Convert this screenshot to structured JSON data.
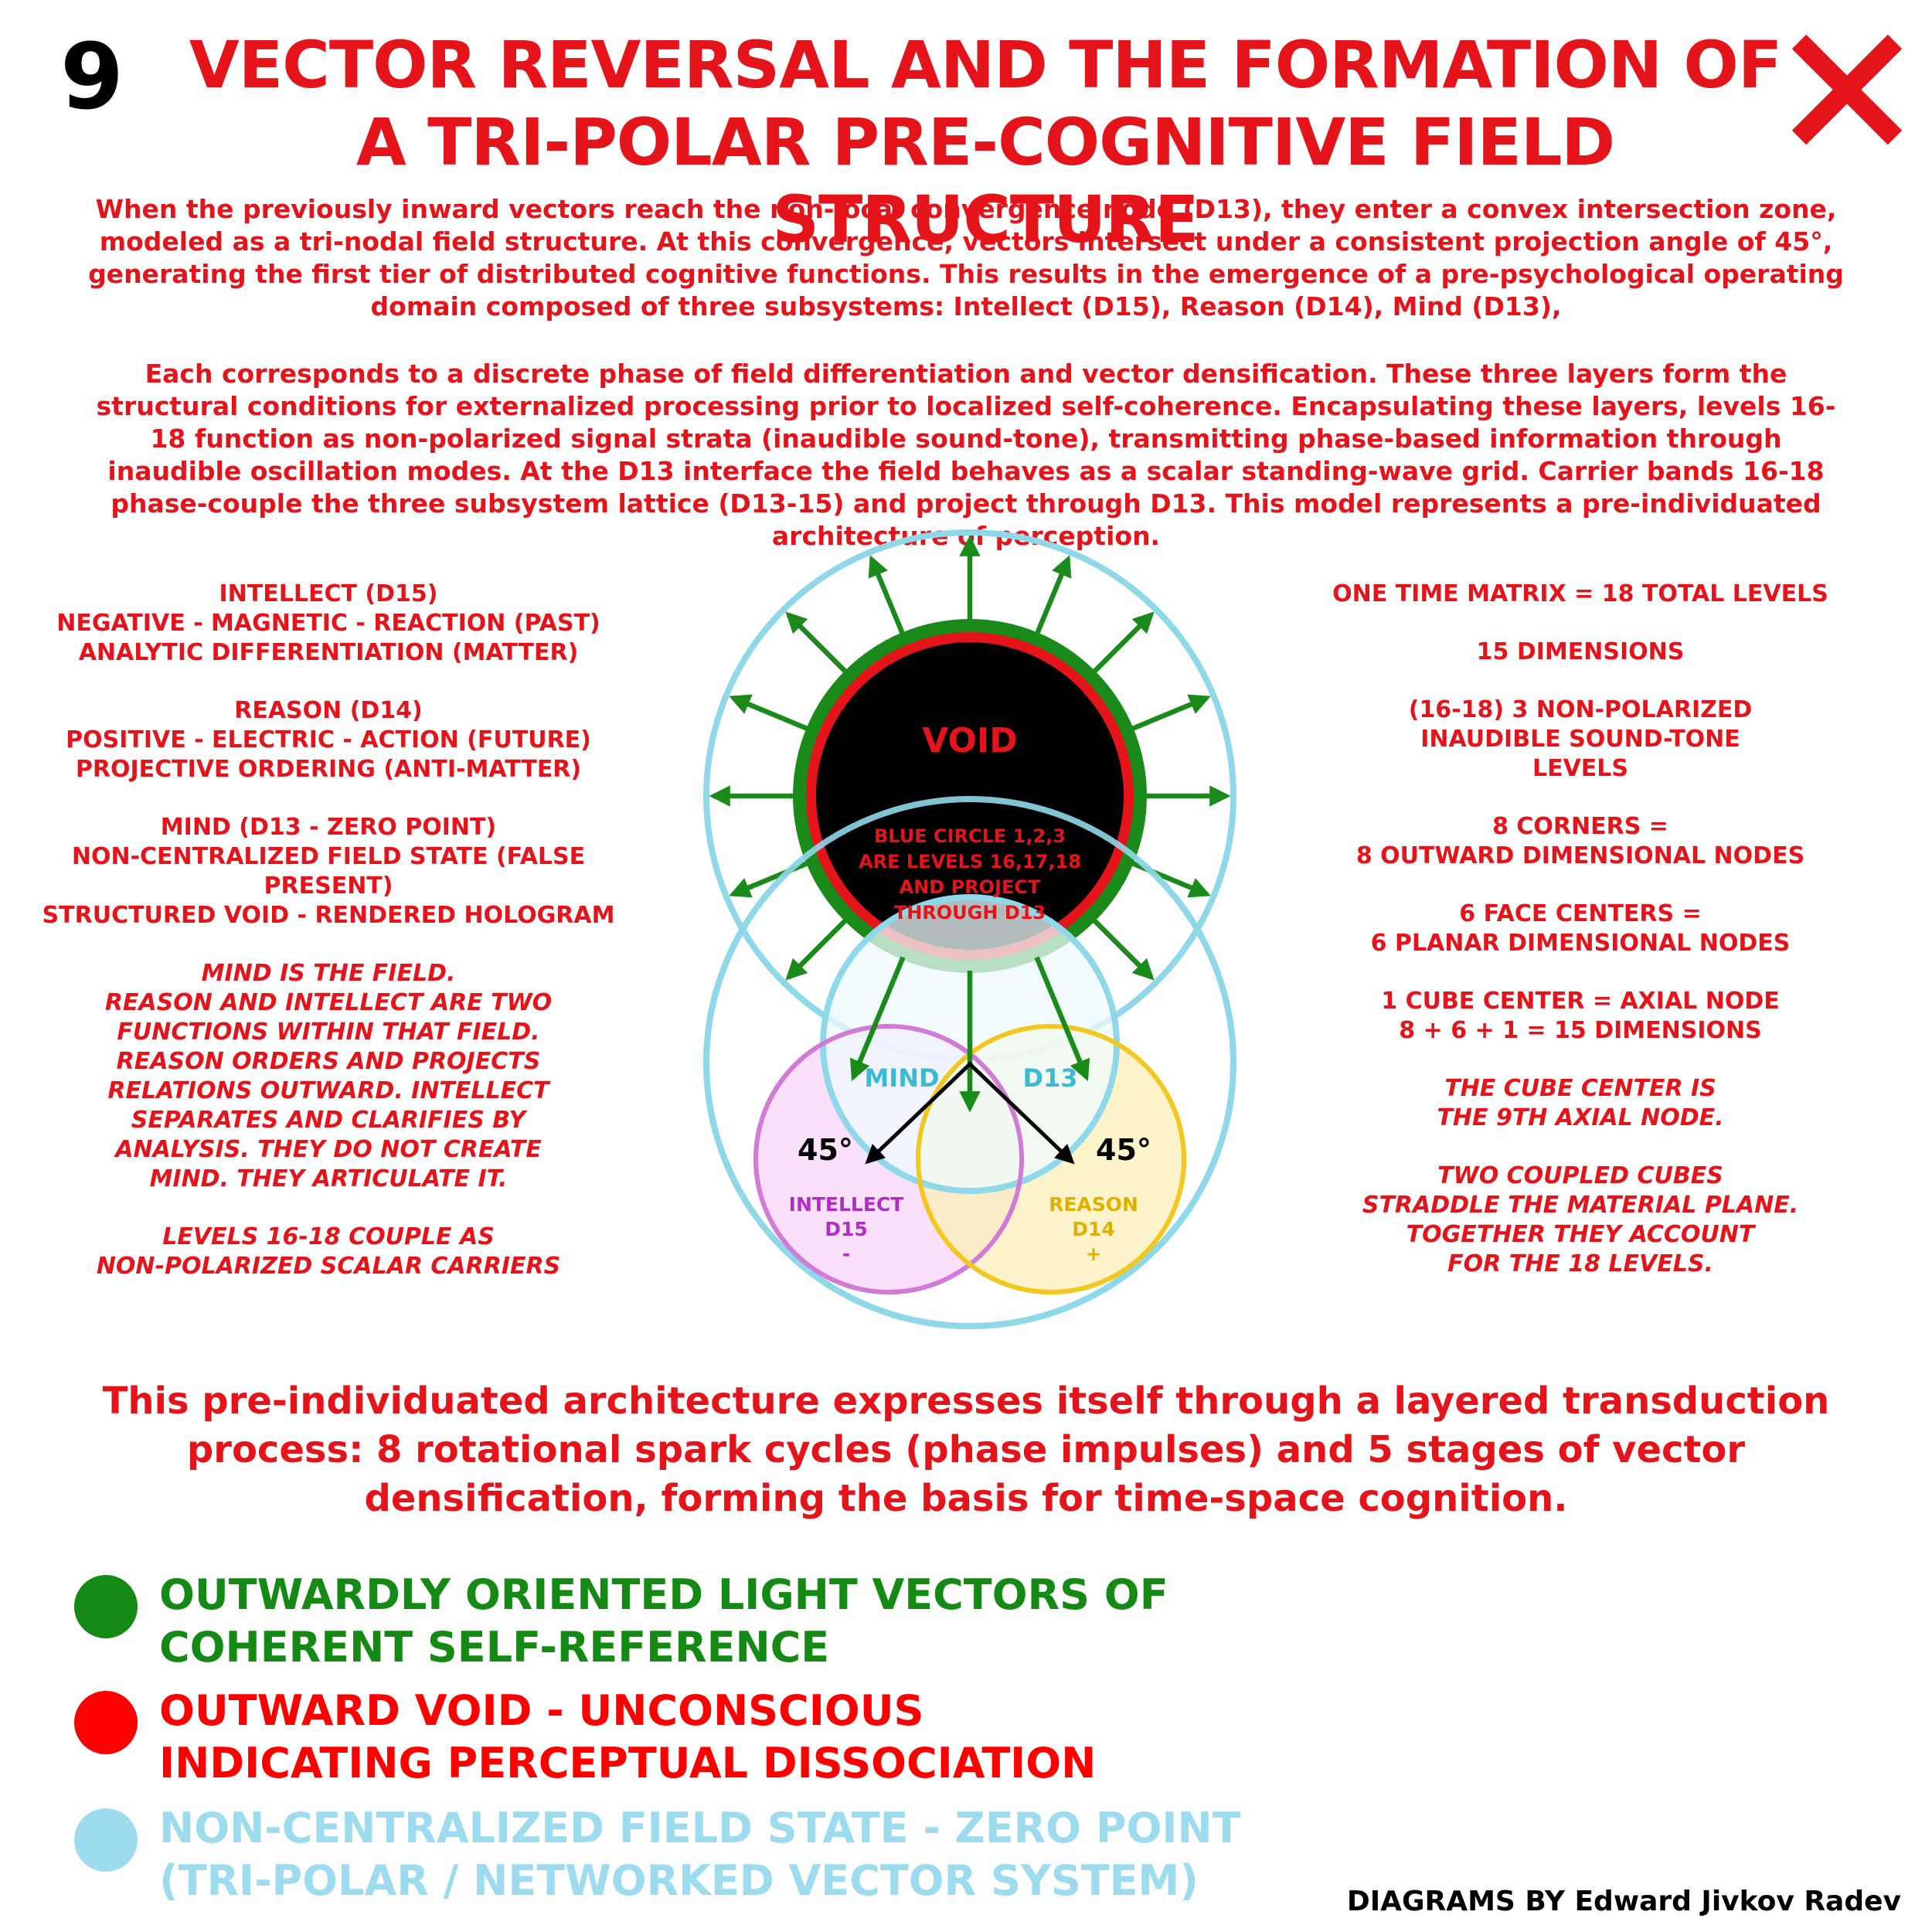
{
  "page_number": "9",
  "title": "VECTOR REVERSAL AND THE FORMATION OF A TRI-POLAR PRE-COGNITIVE FIELD STRUCTURE",
  "intro": [
    "When the previously inward vectors reach the non-local convergence node (D13), they enter a convex intersection zone, modeled as a tri-nodal field structure. At this convergence, vectors intersect under a consistent projection angle of 45°, generating the first tier of distributed cognitive functions. This results in the emergence of a pre-psychological operating domain composed of three subsystems: Intellect (D15), Reason (D14), Mind (D13),",
    "Each corresponds to a discrete phase of field differentiation and vector densification. These three layers form the structural conditions for externalized processing prior to localized self-coherence. Encapsulating these layers, levels 16-18 function as non-polarized signal strata (inaudible sound-tone), transmitting phase-based information through inaudible oscillation modes. At the D13 interface the field behaves as a scalar standing-wave grid. Carrier bands 16-18 phase-couple the three subsystem lattice (D13-15) and project through D13. This model represents a pre-individuated architecture of perception."
  ],
  "left_column": [
    "INTELLECT (D15)\nNEGATIVE - MAGNETIC - REACTION (PAST)\nANALYTIC DIFFERENTIATION (MATTER)",
    "REASON (D14)\nPOSITIVE - ELECTRIC - ACTION (FUTURE)\nPROJECTIVE ORDERING (ANTI-MATTER)",
    "MIND (D13 - ZERO POINT)\nNON-CENTRALIZED FIELD STATE (FALSE PRESENT)\nSTRUCTURED VOID - RENDERED HOLOGRAM",
    "MIND IS THE FIELD.\nREASON AND INTELLECT ARE TWO\nFUNCTIONS WITHIN THAT FIELD.\nREASON ORDERS AND PROJECTS\nRELATIONS OUTWARD. INTELLECT\nSEPARATES AND CLARIFIES BY\nANALYSIS. THEY DO NOT CREATE\nMIND. THEY ARTICULATE IT.",
    "LEVELS 16-18 COUPLE AS\nNON-POLARIZED SCALAR CARRIERS"
  ],
  "right_column": [
    "ONE TIME MATRIX = 18 TOTAL LEVELS",
    "15 DIMENSIONS",
    "(16-18) 3 NON-POLARIZED\nINAUDIBLE SOUND-TONE\nLEVELS",
    "8 CORNERS =\n8 OUTWARD DIMENSIONAL NODES",
    "6 FACE CENTERS =\n6 PLANAR DIMENSIONAL NODES",
    "1 CUBE CENTER = AXIAL NODE\n8 + 6 + 1 = 15 DIMENSIONS",
    "THE CUBE CENTER IS\nTHE 9TH AXIAL NODE.",
    "TWO COUPLED CUBES\nSTRADDLE THE MATERIAL PLANE.\nTOGETHER THEY ACCOUNT\nFOR THE 18 LEVELS."
  ],
  "diagram": {
    "void_label": "VOID",
    "blue_circle_note": [
      "BLUE CIRCLE 1,2,3",
      "ARE LEVELS 16,17,18",
      "AND PROJECT",
      "THROUGH D13"
    ],
    "mind_label": "MIND",
    "d13_label": "D13",
    "angle_left": "45°",
    "angle_right": "45°",
    "intellect_label": [
      "INTELLECT",
      "D15",
      "-"
    ],
    "reason_label": [
      "REASON",
      "D14",
      "+"
    ],
    "colors": {
      "green": "#1a8a1a",
      "red": "#e5141b",
      "light_blue": "#8fd8ea",
      "magenta": "#d27bd6",
      "yellow": "#f2c820",
      "cyan_text": "#3bbad6",
      "purple_text": "#b12ec5",
      "gold_text": "#e0b000"
    }
  },
  "summary": "This pre-individuated architecture expresses itself through a layered transduction process: 8 rotational spark cycles (phase impulses) and 5 stages of vector densification, forming the basis for time-space cognition.",
  "legend": [
    {
      "color": "#148a14",
      "text": "OUTWARDLY ORIENTED LIGHT VECTORS OF\nCOHERENT SELF-REFERENCE"
    },
    {
      "color": "#ff0000",
      "text": "OUTWARD VOID - UNCONSCIOUS\nINDICATING PERCEPTUAL DISSOCIATION"
    },
    {
      "color": "#9ddcef",
      "text": "NON-CENTRALIZED FIELD STATE - ZERO POINT\n(TRI-POLAR / NETWORKED VECTOR SYSTEM)"
    }
  ],
  "credit": "DIAGRAMS BY Edward Jivkov Radev"
}
